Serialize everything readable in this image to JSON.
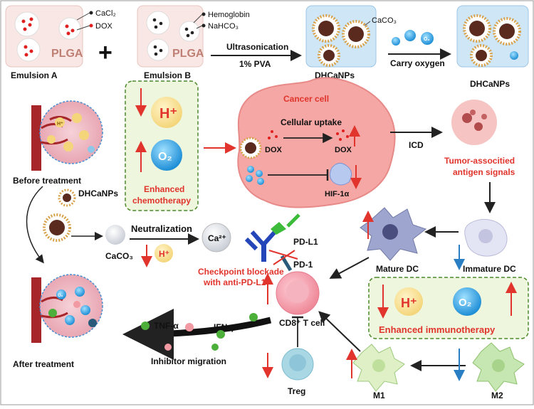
{
  "top": {
    "emulsion_a": {
      "cacl2": "CaCl₂",
      "dox": "DOX",
      "plga": "PLGA",
      "caption": "Emulsion A"
    },
    "plus": "+",
    "emulsion_b": {
      "hemoglobin": "Hemoglobin",
      "nahco3": "NaHCO₃",
      "plga": "PLGA",
      "caption": "Emulsion B"
    },
    "ultrasonication": "Ultrasonication",
    "pva": "1% PVA",
    "caco3": "CaCO₃",
    "dhcanps_1": "DHCaNPs",
    "o2": "O₂",
    "carry_oxygen": "Carry oxygen",
    "dhcanps_2": "DHCaNPs"
  },
  "middle": {
    "before_treatment": "Before treatment",
    "h_plus": "H⁺",
    "o2": "O₂",
    "enhanced_chemo_1": "Enhanced",
    "enhanced_chemo_2": "chemotherapy",
    "cancer_cell": "Cancer cell",
    "cellular_uptake": "Cellular uptake",
    "dox_1": "DOX",
    "dox_2": "DOX",
    "hif": "HIF-1α",
    "icd": "ICD",
    "tumor_signals_1": "Tumor-associtied",
    "tumor_signals_2": "antigen signals",
    "dhcanps": "DHCaNPs"
  },
  "bottom": {
    "caco3": "CaCO₃",
    "neutralization": "Neutralization",
    "h_plus": "H⁺",
    "ca": "Ca²⁺",
    "pd_l1": "PD-L1",
    "pd_1": "PD-1",
    "checkpoint_1": "Checkpoint blockade",
    "checkpoint_2": "with anti-PD-L1",
    "mature_dc": "Mature DC",
    "immature_dc": "Immature DC",
    "cd8": "CD8⁺ T cell",
    "tnf": "TNF-α",
    "ifn": "IFN-γ",
    "inhibitor_migration": "Inhibitor migration",
    "after_treatment": "After treatment",
    "treg": "Treg",
    "m1": "M1",
    "m2": "M2",
    "imm_h": "H⁺",
    "imm_o2": "O₂",
    "enhanced_immuno": "Enhanced immunotherapy"
  }
}
